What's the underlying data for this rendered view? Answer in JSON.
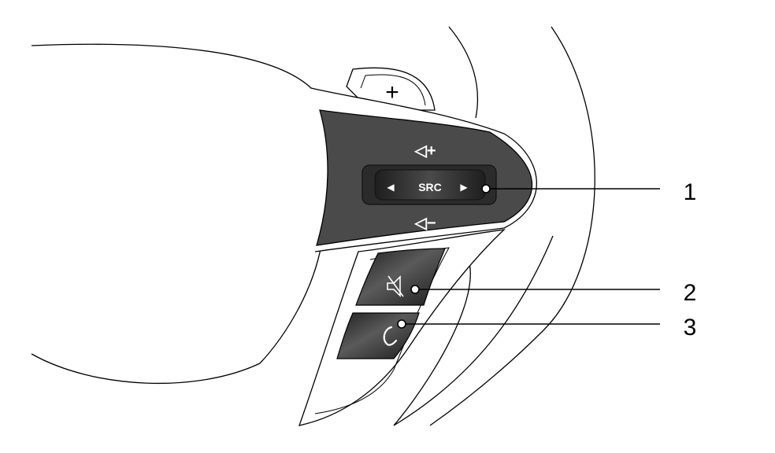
{
  "diagram": {
    "paddle": {
      "label": "+"
    },
    "controls": {
      "volume_up": "◁+",
      "volume_down": "◁−",
      "seek_back": "◀",
      "source": "SRC",
      "seek_forward": "▶"
    },
    "callouts": [
      {
        "number": "1"
      },
      {
        "number": "2"
      },
      {
        "number": "3"
      }
    ]
  },
  "colors": {
    "outline": "#000000",
    "pad_dark": "#4a4a4a",
    "pad_darker": "#2b2b2b",
    "label": "#ffffff"
  }
}
